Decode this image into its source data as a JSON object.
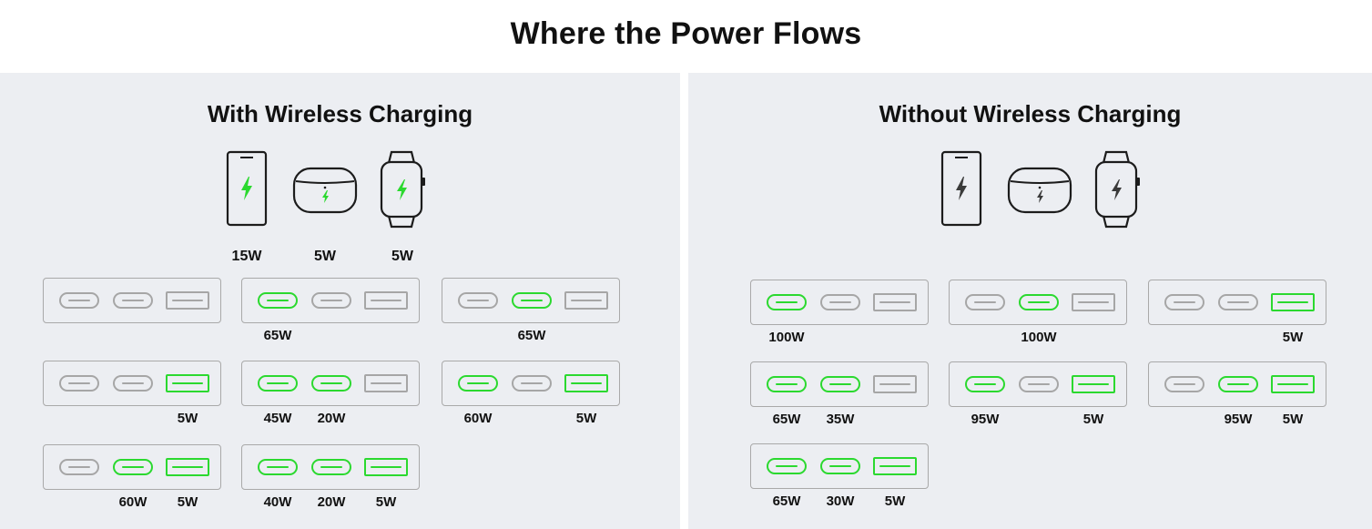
{
  "title": "Where the Power Flows",
  "colors": {
    "active": "#2bd92f",
    "inactive": "#a6a6a6",
    "panel_bg": "#eceef2"
  },
  "panels": [
    {
      "title": "With Wireless Charging",
      "devices": [
        {
          "name": "phone-icon",
          "label": "15W",
          "charging": true
        },
        {
          "name": "earbuds-case-icon",
          "label": "5W",
          "charging": true
        },
        {
          "name": "watch-icon",
          "label": "5W",
          "charging": true
        }
      ],
      "hubs": [
        {
          "ports": [
            "",
            "",
            ""
          ]
        },
        {
          "ports": [
            "65W",
            "",
            ""
          ]
        },
        {
          "ports": [
            "",
            "65W",
            ""
          ]
        },
        {
          "ports": [
            "",
            "",
            "5W"
          ]
        },
        {
          "ports": [
            "45W",
            "20W",
            ""
          ]
        },
        {
          "ports": [
            "60W",
            "",
            "5W"
          ]
        },
        {
          "ports": [
            "",
            "60W",
            "5W"
          ]
        },
        {
          "ports": [
            "40W",
            "20W",
            "5W"
          ]
        }
      ]
    },
    {
      "title": "Without Wireless Charging",
      "devices": [
        {
          "name": "phone-icon",
          "label": "",
          "charging": false
        },
        {
          "name": "earbuds-case-icon",
          "label": "",
          "charging": false
        },
        {
          "name": "watch-icon",
          "label": "",
          "charging": false
        }
      ],
      "hubs": [
        {
          "ports": [
            "100W",
            "",
            ""
          ]
        },
        {
          "ports": [
            "",
            "100W",
            ""
          ]
        },
        {
          "ports": [
            "",
            "",
            "5W"
          ]
        },
        {
          "ports": [
            "65W",
            "35W",
            ""
          ]
        },
        {
          "ports": [
            "95W",
            "",
            "5W"
          ]
        },
        {
          "ports": [
            "",
            "95W",
            "5W"
          ]
        },
        {
          "ports": [
            "65W",
            "30W",
            "5W"
          ]
        }
      ]
    }
  ]
}
